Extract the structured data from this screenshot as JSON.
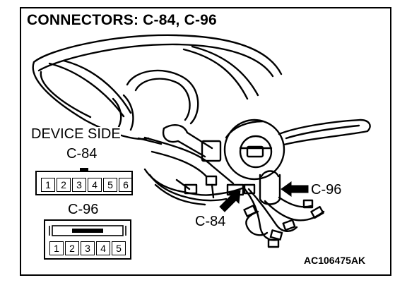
{
  "title": "CONNECTORS: C-84, C-96",
  "device_side_label": "DEVICE SIDE",
  "connectors": [
    {
      "name": "C-84",
      "pins": [
        "1",
        "2",
        "3",
        "4",
        "5",
        "6"
      ]
    },
    {
      "name": "C-96",
      "pins": [
        "1",
        "2",
        "3",
        "4",
        "5"
      ]
    }
  ],
  "callouts": {
    "c84": "C-84",
    "c96": "C-96"
  },
  "figure_code": "AC106475AK",
  "colors": {
    "ink": "#000000",
    "paper": "#ffffff"
  }
}
